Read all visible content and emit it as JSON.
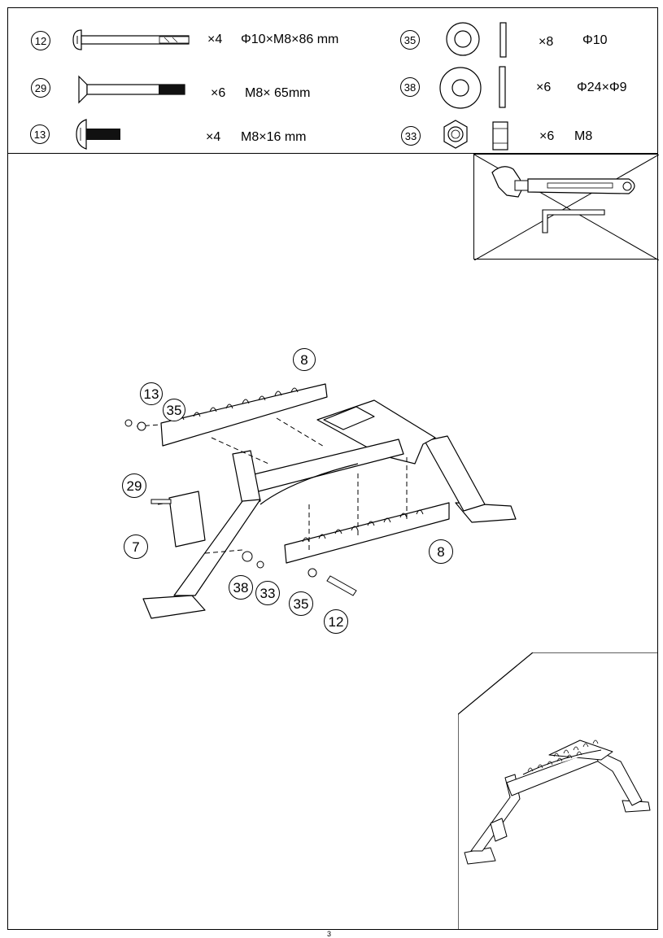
{
  "hardware": [
    {
      "id": "12",
      "qty": "×4",
      "spec": "Φ10×M8×86 mm",
      "icon": "pin-bolt-icon"
    },
    {
      "id": "29",
      "qty": "×6",
      "spec": "M8× 65mm",
      "icon": "countersunk-bolt-icon"
    },
    {
      "id": "13",
      "qty": "×4",
      "spec": "M8×16 mm",
      "icon": "button-head-bolt-icon"
    },
    {
      "id": "35",
      "qty": "×8",
      "spec": "Φ10",
      "icon": "flat-washer-icon"
    },
    {
      "id": "38",
      "qty": "×6",
      "spec": "Φ24×Φ9",
      "icon": "large-washer-icon"
    },
    {
      "id": "33",
      "qty": "×6",
      "spec": "M8",
      "icon": "hex-nut-icon"
    }
  ],
  "tools": {
    "icons": [
      "adjustable-wrench-icon",
      "allen-key-icon"
    ],
    "crossed_out": true
  },
  "callouts": {
    "c8a": "8",
    "c13": "13",
    "c35a": "35",
    "c29": "29",
    "c7": "7",
    "c38": "38",
    "c33": "33",
    "c35b": "35",
    "c12": "12",
    "c8b": "8"
  },
  "page_number": "3"
}
